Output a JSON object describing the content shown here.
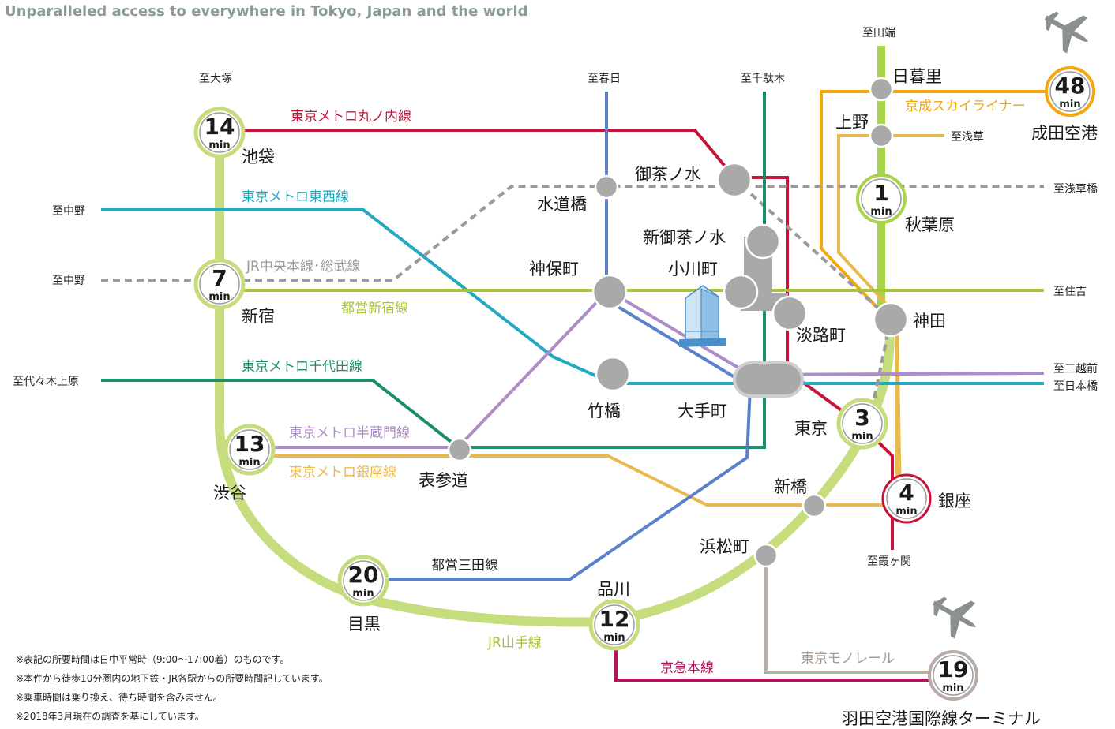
{
  "header": {
    "title": "Unparalleled access to everywhere in Tokyo, Japan and the world"
  },
  "colors": {
    "yamanote": "#c5dd7c",
    "marunouchi": "#c8133a",
    "tozai": "#25a8c2",
    "chuo_sobu": "#9a9a9a",
    "shinjuku": "#a7c43a",
    "chiyoda": "#1a8e6c",
    "hanzomon": "#ad8dc9",
    "ginza": "#e8b94e",
    "mita": "#5b82c8",
    "keikyu": "#b4135a",
    "monorail": "#b8aca4",
    "skyliner": "#f5a80d",
    "keihin_tohoku": "#a8d44a",
    "station": "#a9a9aa",
    "building": "#4a8fc9"
  },
  "lines": {
    "yamanote": "JR山手線",
    "marunouchi": "東京メトロ丸ノ内線",
    "tozai": "東京メトロ東西線",
    "chuo_sobu": "JR中央本線･総武線",
    "shinjuku": "都営新宿線",
    "chiyoda": "東京メトロ千代田線",
    "hanzomon": "東京メトロ半蔵門線",
    "ginza": "東京メトロ銀座線",
    "mita": "都営三田線",
    "keikyu": "京急本線",
    "monorail": "東京モノレール",
    "skyliner": "京成スカイライナー"
  },
  "min_label": "min",
  "times": [
    {
      "station": "池袋",
      "minutes": "14"
    },
    {
      "station": "新宿",
      "minutes": "7"
    },
    {
      "station": "渋谷",
      "minutes": "13"
    },
    {
      "station": "目黒",
      "minutes": "20"
    },
    {
      "station": "品川",
      "minutes": "12"
    },
    {
      "station": "東京",
      "minutes": "3"
    },
    {
      "station": "銀座",
      "minutes": "4"
    },
    {
      "station": "秋葉原",
      "minutes": "1"
    },
    {
      "station": "成田空港",
      "minutes": "48"
    },
    {
      "station": "羽田空港国際線ターミナル",
      "minutes": "19"
    }
  ],
  "stations": {
    "nippori": "日暮里",
    "ueno": "上野",
    "kanda": "神田",
    "ochanomizu": "御茶ノ水",
    "suidobashi": "水道橋",
    "shin_ochanomizu": "新御茶ノ水",
    "ogawamachi": "小川町",
    "awajicho": "淡路町",
    "jimbocho": "神保町",
    "takebashi": "竹橋",
    "otemachi": "大手町",
    "omotesando": "表参道",
    "shimbashi": "新橋",
    "hamamatsucho": "浜松町"
  },
  "directions": {
    "otsuka": "至大塚",
    "kasuga": "至春日",
    "sendagi": "至千駄木",
    "tabata": "至田端",
    "asakusa": "至浅草",
    "asakusabashi": "至浅草橋",
    "nakano_tozai": "至中野",
    "nakano_chuo": "至中野",
    "sumiyoshi": "至住吉",
    "mitsukoshimae": "至三越前",
    "nihombashi": "至日本橋",
    "yoyogiuehara": "至代々木上原",
    "kasumigaseki": "至霞ヶ関"
  },
  "notes": [
    "※表記の所要時間は日中平常時（9:00〜17:00着）のものです。",
    "※本件から徒歩10分圏内の地下鉄・JR各駅からの所要時間記しています。",
    "※乗車時間は乗り換え、待ち時間を含みません。",
    "※2018年3月現在の調査を基にしています。"
  ],
  "icons": [
    "airplane-icon",
    "building-icon"
  ]
}
